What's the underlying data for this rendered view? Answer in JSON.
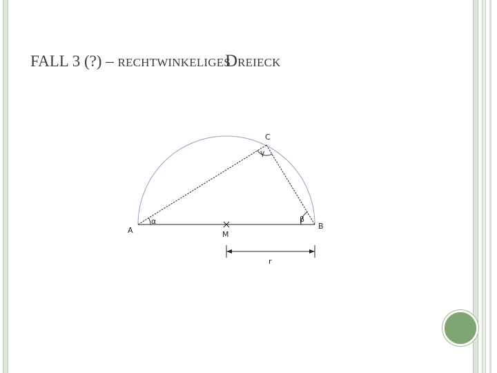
{
  "slide": {
    "title_part1": "FALL 3 (?) – ",
    "title_part2": "RECHTWINKELIGES",
    "title_part3": "D",
    "title_part4": "REIECK"
  },
  "diagram": {
    "point_a": "A",
    "point_b": "B",
    "point_c": "C",
    "point_m": "M",
    "angle_alpha": "α",
    "angle_beta": "β",
    "angle_gamma": "γ",
    "radius_label": "r"
  },
  "colors": {
    "frame": "#dfe7dc",
    "accent_circle": "#7fa672",
    "arc": "#8ea2c8"
  }
}
